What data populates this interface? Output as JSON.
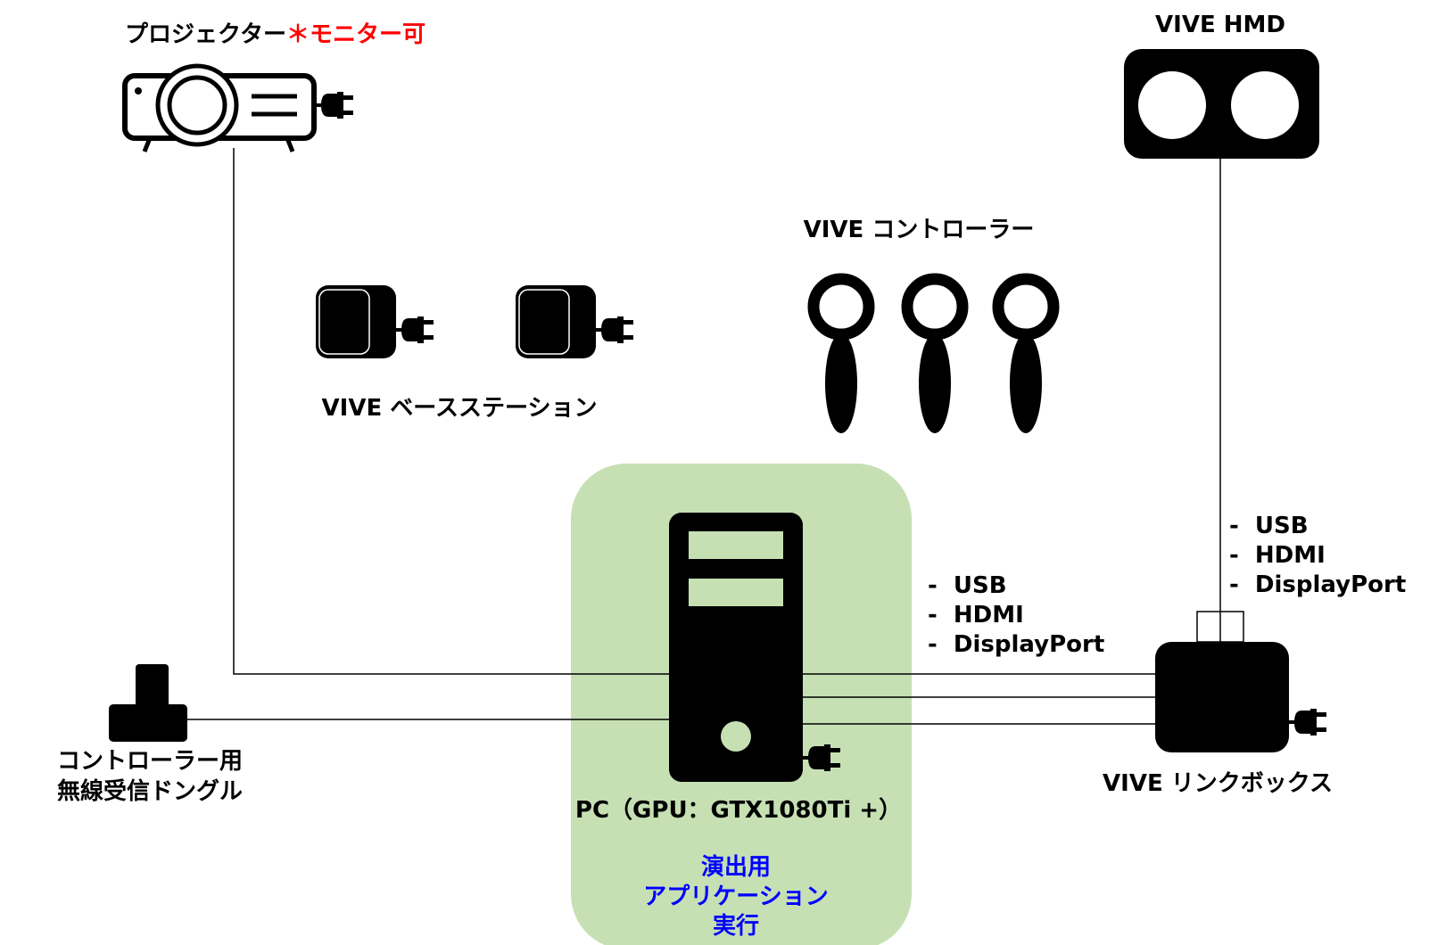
{
  "labels": {
    "projector": "プロジェクター",
    "projector_note": "＊モニター可",
    "hmd": "VIVE HMD",
    "controllers": "VIVE コントローラー",
    "base_stations": "VIVE ベースステーション",
    "dongle_line1": "コントローラー用",
    "dongle_line2": "無線受信ドングル",
    "pc": "PC（GPU：GTX1080Ti +）",
    "pc_role_line1": "演出用",
    "pc_role_line2": "アプリケーション",
    "pc_role_line3": "実行",
    "linkbox": "VIVE リンクボックス"
  },
  "pc_connections": [
    "-  USB",
    "-  HDMI",
    "-  DisplayPort"
  ],
  "hmd_connections": [
    "-  USB",
    "-  HDMI",
    "-  DisplayPort"
  ],
  "colors": {
    "pc_zone": "#c6e0b4",
    "note_red": "#ff0000",
    "role_blue": "#0000ff",
    "device": "#000000"
  },
  "icons": [
    "projector-icon",
    "hmd-icon",
    "base-station-icon",
    "controller-icon",
    "pc-tower-icon",
    "dongle-icon",
    "linkbox-icon",
    "power-plug-icon"
  ]
}
